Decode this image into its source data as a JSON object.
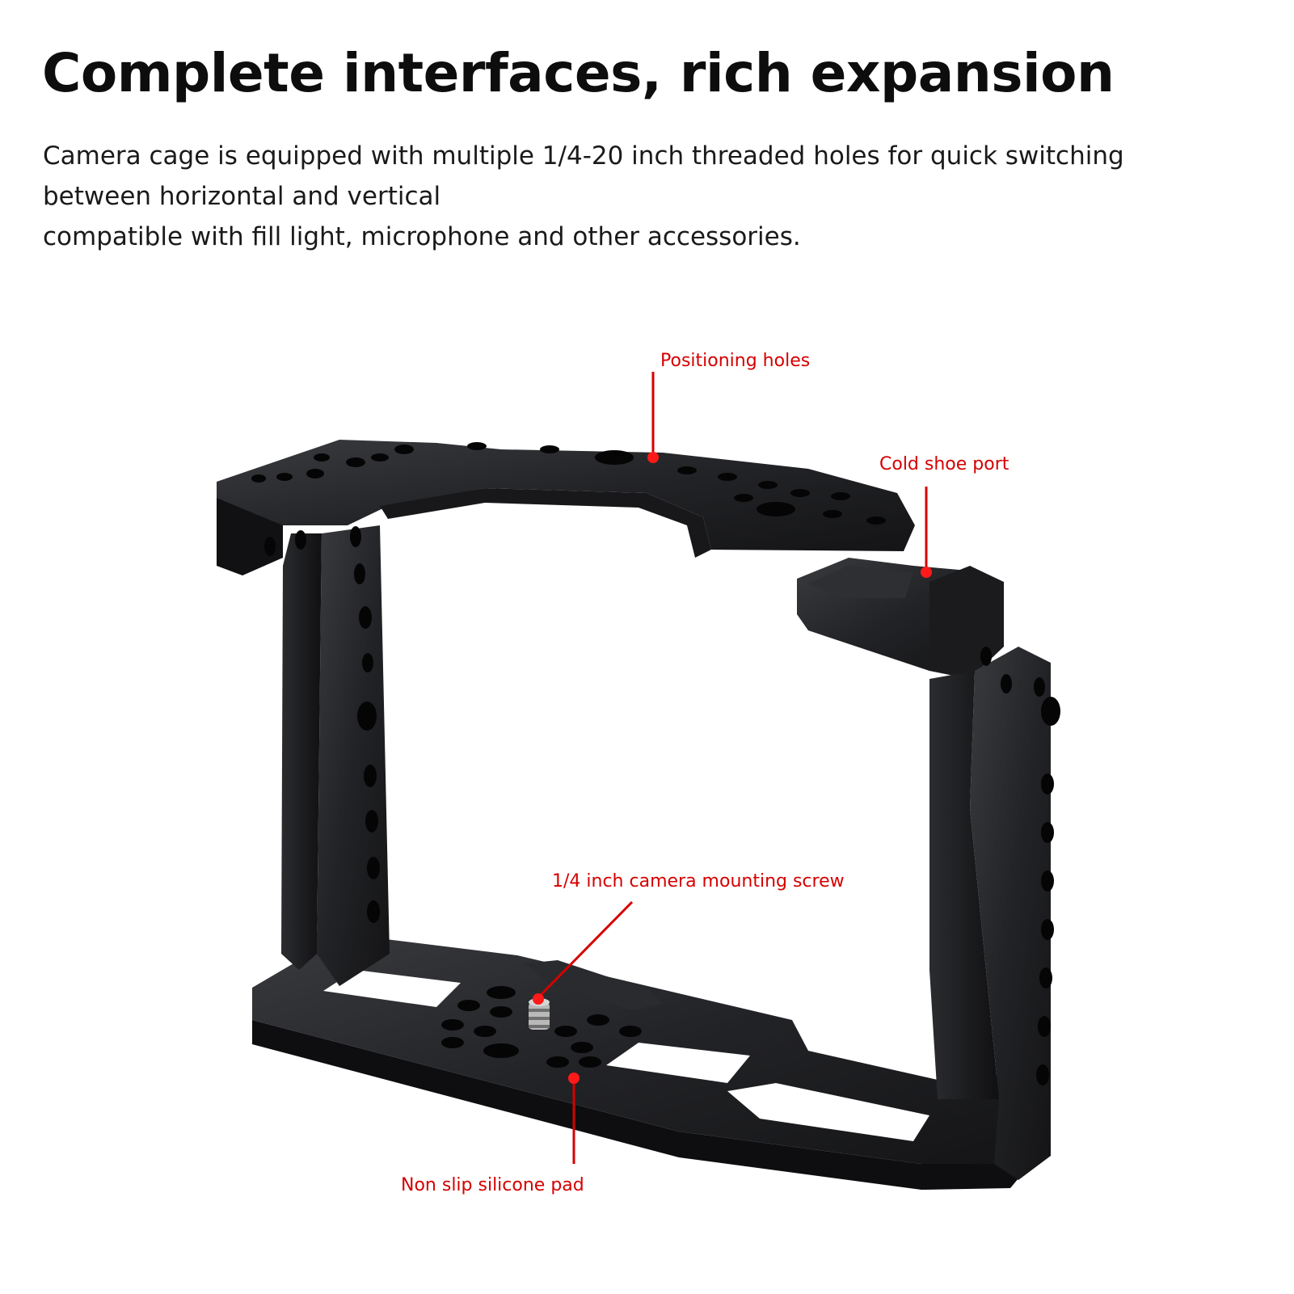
{
  "heading": "Complete interfaces, rich expansion",
  "description": [
    "Camera cage is equipped with multiple 1/4-20 inch threaded holes for quick switching",
    "between horizontal and vertical",
    "compatible with fill light, microphone and other accessories."
  ],
  "callouts": {
    "positioning_holes": "Positioning holes",
    "cold_shoe_port": "Cold shoe port",
    "mounting_screw": "1/4 inch camera mounting screw",
    "silicone_pad": "Non slip silicone pad"
  },
  "colors": {
    "callout": "#d60000",
    "cage": "#1f2022"
  }
}
